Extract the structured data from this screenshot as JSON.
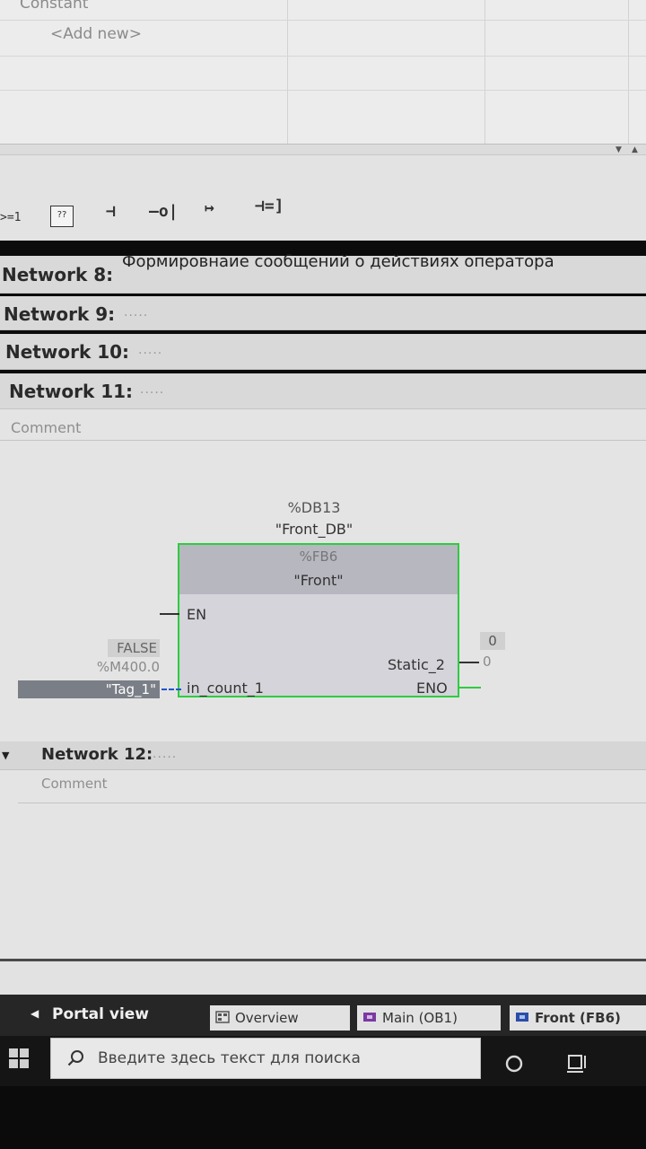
{
  "top_table": {
    "row_constant": "Constant",
    "row_add_new": "<Add new>"
  },
  "toolbar": {
    "tool_ge1": ">=1",
    "tool_unknown": "??",
    "tool_no_contact": "⊣",
    "tool_nc_contact": "—o|",
    "tool_branch": "↦",
    "tool_coil": "⊣=]"
  },
  "networks": {
    "n8": {
      "title": "Network 8:",
      "description": "Формировнаие сообщений о действиях оператора"
    },
    "n9": {
      "title": "Network 9:",
      "dots": "....."
    },
    "n10": {
      "title": "Network 10:",
      "dots": "....."
    },
    "n11": {
      "title": "Network 11:",
      "dots": "....."
    },
    "n12": {
      "title": "Network 12:",
      "dots": "....."
    }
  },
  "comments": {
    "n11": "Comment",
    "n12": "Comment"
  },
  "fb_block": {
    "instance_address": "%DB13",
    "instance_name": "\"Front_DB\"",
    "fb_address": "%FB6",
    "fb_name": "\"Front\"",
    "pin_en": "EN",
    "pin_in": "in_count_1",
    "pin_static": "Static_2",
    "pin_eno": "ENO",
    "en_value": "FALSE",
    "in_address": "%M400.0",
    "in_tag": "\"Tag_1\"",
    "static_value_box": "0",
    "static_value": "0"
  },
  "tabs": {
    "portal_view": "Portal view",
    "overview": "Overview",
    "main": "Main (OB1)",
    "front": "Front (FB6)"
  },
  "taskbar": {
    "search_placeholder": "Введите здесь текст для поиска"
  },
  "colors": {
    "fb_border": "#2ecc40",
    "selection": "#7a7e86",
    "dashed_wire": "#2255cc"
  }
}
